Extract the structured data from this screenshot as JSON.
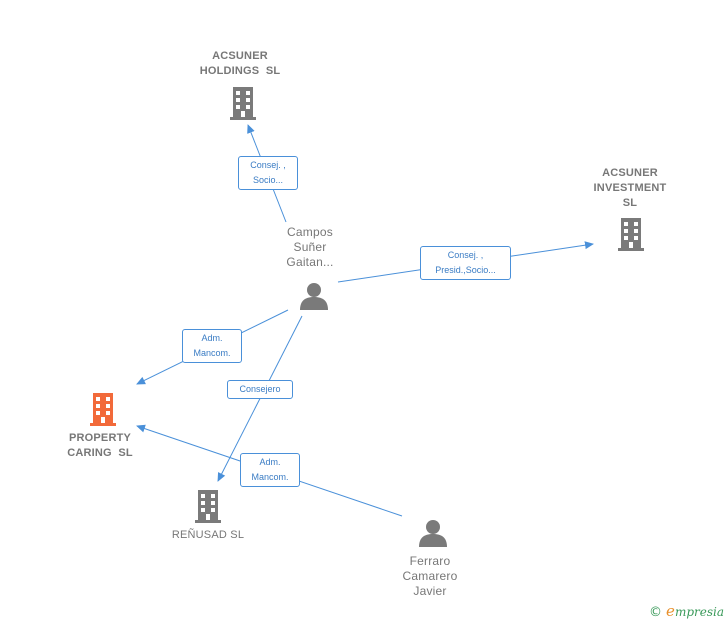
{
  "nodes": {
    "acsuner_holdings": {
      "lines": [
        "ACSUNER",
        "HOLDINGS  SL"
      ],
      "kind": "company",
      "icon": "building-icon"
    },
    "acsuner_investment": {
      "lines": [
        "ACSUNER",
        "INVESTMENT",
        "SL"
      ],
      "kind": "company",
      "icon": "building-icon"
    },
    "campos": {
      "lines": [
        "Campos",
        "Suñer",
        "Gaitan..."
      ],
      "kind": "person",
      "icon": "person-icon"
    },
    "property_caring": {
      "lines": [
        "PROPERTY",
        "CARING  SL"
      ],
      "kind": "focus-company",
      "icon": "building-icon"
    },
    "renusad": {
      "lines": [
        "REÑUSAD SL"
      ],
      "kind": "company",
      "icon": "building-icon"
    },
    "ferraro": {
      "lines": [
        "Ferraro",
        "Camarero",
        "Javier"
      ],
      "kind": "person",
      "icon": "person-icon"
    }
  },
  "edges": {
    "campos_holdings": {
      "lines": [
        "Consej. ,",
        "Socio..."
      ]
    },
    "campos_investment": {
      "lines": [
        "Consej. ,",
        "Presid.,Socio..."
      ]
    },
    "campos_property": {
      "lines": [
        "Adm.",
        "Mancom."
      ]
    },
    "campos_renusad": {
      "lines": [
        "Consejero"
      ]
    },
    "ferraro_property": {
      "lines": [
        "Adm.",
        "Mancom."
      ]
    }
  },
  "colors": {
    "edge": "#4a90d9",
    "node": "#7a7a7a",
    "focus": "#f26a3a",
    "brand": "#3a9a5a"
  },
  "brand": {
    "copyright": "©",
    "initial": "e",
    "name": "mpresia"
  }
}
